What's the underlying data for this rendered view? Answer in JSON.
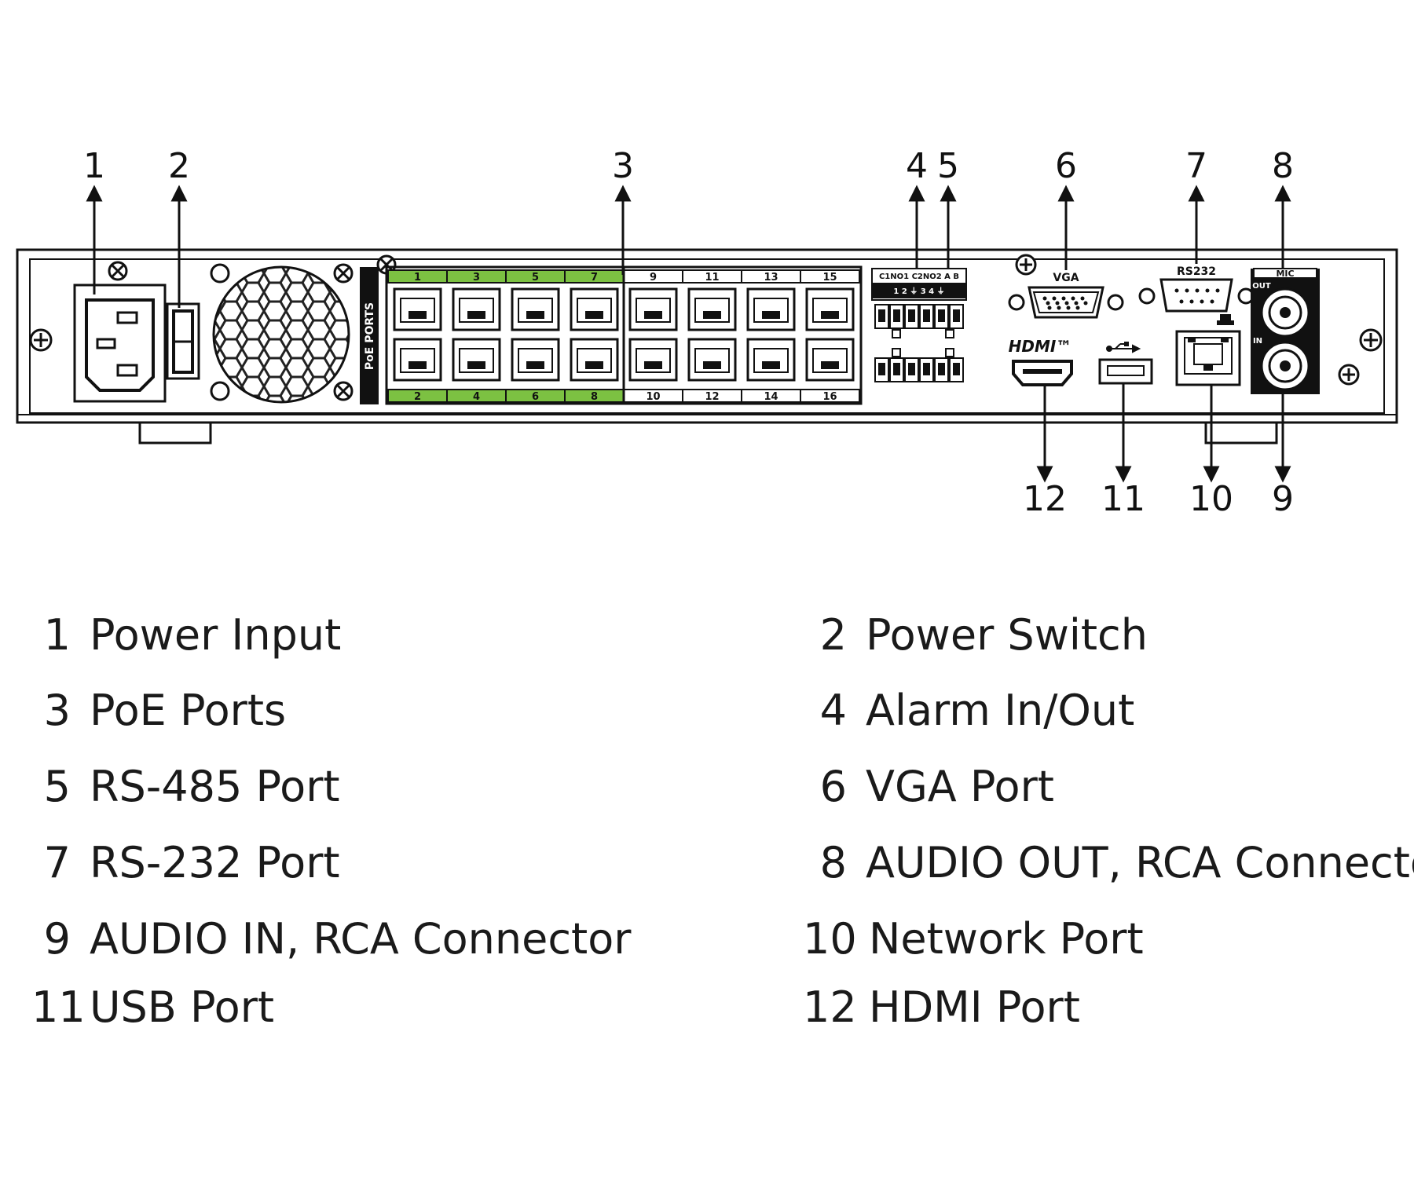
{
  "callouts": [
    "1",
    "2",
    "3",
    "4",
    "5",
    "6",
    "7",
    "8",
    "12",
    "11",
    "10",
    "9"
  ],
  "panel": {
    "poe_label": "PoE PORTS",
    "top_ports": [
      "1",
      "3",
      "5",
      "7",
      "9",
      "11",
      "13",
      "15"
    ],
    "bottom_ports": [
      "2",
      "4",
      "6",
      "8",
      "10",
      "12",
      "14",
      "16"
    ],
    "alarm_header": "C1NO1 C2NO2  A    B",
    "alarm_pins": "1   2   ⏚   3   4   ⏚",
    "vga_label": "VGA",
    "rs232_label": "RS232",
    "mic_label": "MIC",
    "out_label": "OUT",
    "in_label": "IN",
    "hdmi_label": "HDMI™",
    "usb_symbol": "USB"
  },
  "colors": {
    "poe_green": "#7cc142",
    "line": "#111111"
  },
  "legend": [
    {
      "num": "1",
      "label": "Power Input"
    },
    {
      "num": "2",
      "label": "Power Switch"
    },
    {
      "num": "3",
      "label": "PoE Ports"
    },
    {
      "num": "4",
      "label": "Alarm In/Out"
    },
    {
      "num": "5",
      "label": "RS-485 Port"
    },
    {
      "num": "6",
      "label": "VGA Port"
    },
    {
      "num": "7",
      "label": "RS-232 Port"
    },
    {
      "num": "8",
      "label": "AUDIO OUT, RCA Connector"
    },
    {
      "num": "9",
      "label": "AUDIO IN, RCA Connector"
    },
    {
      "num": "10",
      "label": "Network Port"
    },
    {
      "num": "11",
      "label": "USB Port"
    },
    {
      "num": "12",
      "label": "HDMI Port"
    }
  ]
}
